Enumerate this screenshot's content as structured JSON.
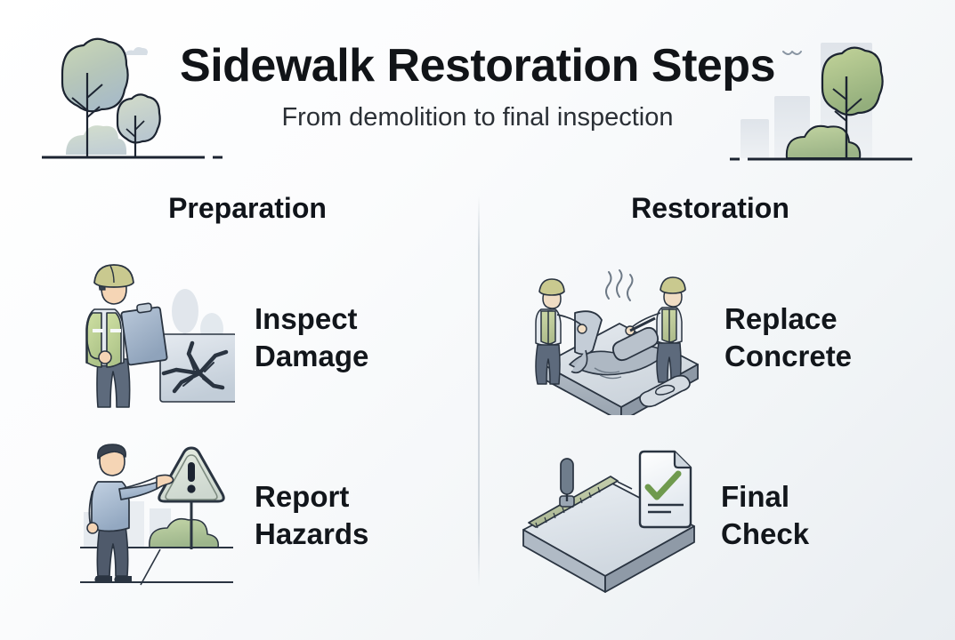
{
  "header": {
    "title": "Sidewalk Restoration Steps",
    "subtitle": "From demolition to final inspection"
  },
  "columns": [
    {
      "heading": "Preparation"
    },
    {
      "heading": "Restoration"
    }
  ],
  "steps": [
    {
      "id": "inspect-damage",
      "label": "Inspect\nDamage",
      "column": "Preparation",
      "illustration": "worker-clipboard-cracked-slab-icon"
    },
    {
      "id": "report-hazards",
      "label": "Report\nHazards",
      "column": "Preparation",
      "illustration": "person-pointing-warning-sign-icon"
    },
    {
      "id": "replace-concrete",
      "label": "Replace\nConcrete",
      "column": "Restoration",
      "illustration": "two-workers-pouring-concrete-icon"
    },
    {
      "id": "final-check",
      "label": "Final\nCheck",
      "column": "Restoration",
      "illustration": "finished-slab-checklist-icon"
    }
  ],
  "decorations": {
    "left": "two-trees-bush-cloud-icon",
    "right": "buildings-tree-bush-bird-icon"
  },
  "colors": {
    "background_start": "#ffffff",
    "background_end": "#e9edf1",
    "title_text": "#111418",
    "subtitle_text": "#2a2f35",
    "heading_text": "#10141a",
    "divider": "#cfd6dd",
    "outline": "#1c2431",
    "foliage_green": "#a8c07e",
    "foliage_sage": "#c3cfae",
    "slab_gray": "#c3cbd4",
    "slab_light": "#dfe5ea",
    "vest_green": "#bfd08f",
    "helmet_khaki": "#c9c98f",
    "skin": "#f5d5b5",
    "shirt_blue": "#aebfd4",
    "pants_navy": "#4f5a6b",
    "check_green": "#6f9a4e"
  }
}
